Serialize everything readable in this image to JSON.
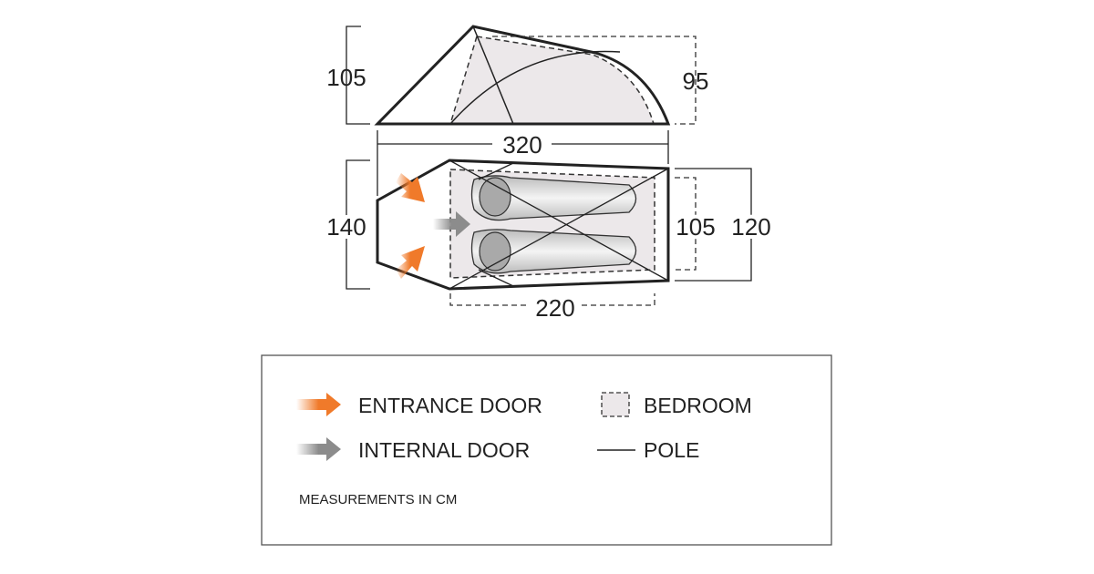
{
  "dimensions": {
    "side_height": "105",
    "bedroom_height": "95",
    "total_length": "320",
    "total_width": "140",
    "bedroom_length": "220",
    "bedroom_width": "105",
    "rear_width": "120"
  },
  "legend": {
    "entrance_door": "ENTRANCE DOOR",
    "internal_door": "INTERNAL DOOR",
    "bedroom": "BEDROOM",
    "pole": "POLE",
    "note": "MEASUREMENTS IN CM"
  },
  "colors": {
    "orange": "#f07a2a",
    "grey_arrow": "#8c8c8c",
    "bedroom_fill": "#ece8ea",
    "line": "#222222"
  }
}
